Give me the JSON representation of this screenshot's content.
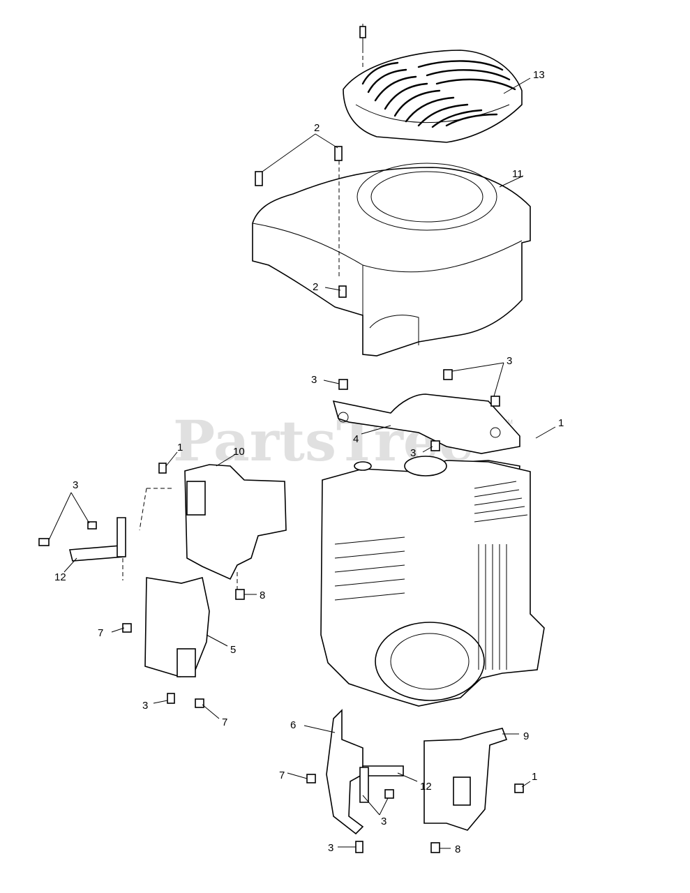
{
  "watermark": {
    "text": "PartsTree",
    "tm": "TM"
  },
  "callouts": {
    "c13": "13",
    "c2a": "2",
    "c11": "11",
    "c2b": "2",
    "c3a": "3",
    "c3b": "3",
    "c1a": "1",
    "c4": "4",
    "c3c": "3",
    "c1b": "1",
    "c10": "10",
    "c3d": "3",
    "c12a": "12",
    "c8a": "8",
    "c7a": "7",
    "c5": "5",
    "c3e": "3",
    "c7b": "7",
    "c6": "6",
    "c9": "9",
    "c7c": "7",
    "c12b": "12",
    "c1c": "1",
    "c3f": "3",
    "c3g": "3",
    "c8b": "8"
  }
}
